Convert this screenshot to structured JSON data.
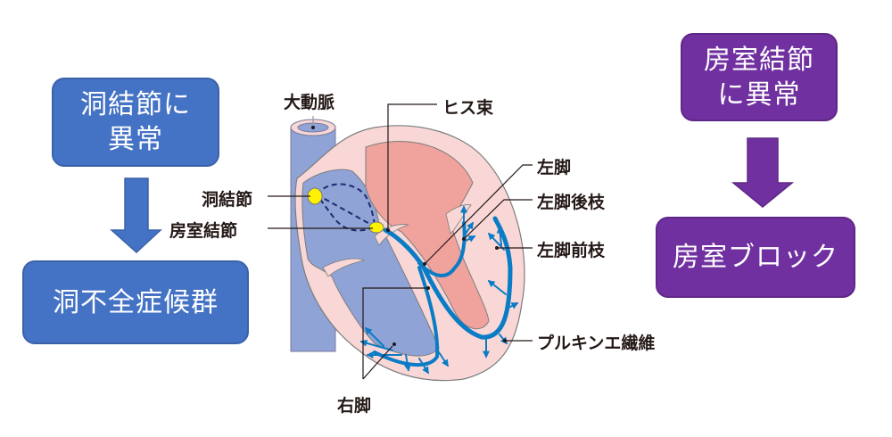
{
  "left_flow": {
    "cause": "洞結節に異常",
    "cause_line1": "洞結節に",
    "cause_line2": "異常",
    "result": "洞不全症候群"
  },
  "right_flow": {
    "cause_line1": "房室結節",
    "cause_line2": "に異常",
    "result": "房室ブロック"
  },
  "heart_labels": {
    "aorta": "大動脈",
    "his_bundle": "ヒス束",
    "sa_node": "洞結節",
    "av_node": "房室結節",
    "left_bundle": "左脚",
    "left_posterior": "左脚後枝",
    "left_anterior": "左脚前枝",
    "purkinje": "プルキンエ繊維",
    "right_bundle": "右脚"
  },
  "colors": {
    "blue_box": "#4472c4",
    "purple_box": "#7030a0",
    "conduction": "#0a7cc6",
    "node": "#fff200"
  }
}
